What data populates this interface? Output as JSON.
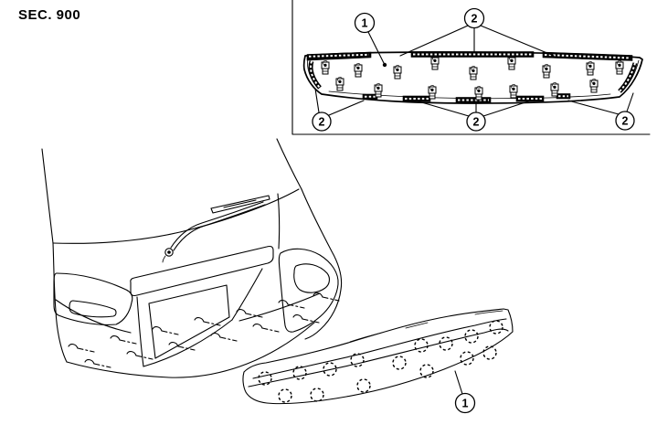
{
  "page": {
    "section_label": "SEC. 900"
  },
  "colors": {
    "line_art": "#000000",
    "background": "#ffffff"
  },
  "callouts": {
    "inset_part": "1",
    "inset_fastener_top": "2",
    "inset_fastener_bottom_left": "2",
    "inset_fastener_bottom_center": "2",
    "inset_fastener_bottom_right": "2",
    "main_part": "1"
  }
}
